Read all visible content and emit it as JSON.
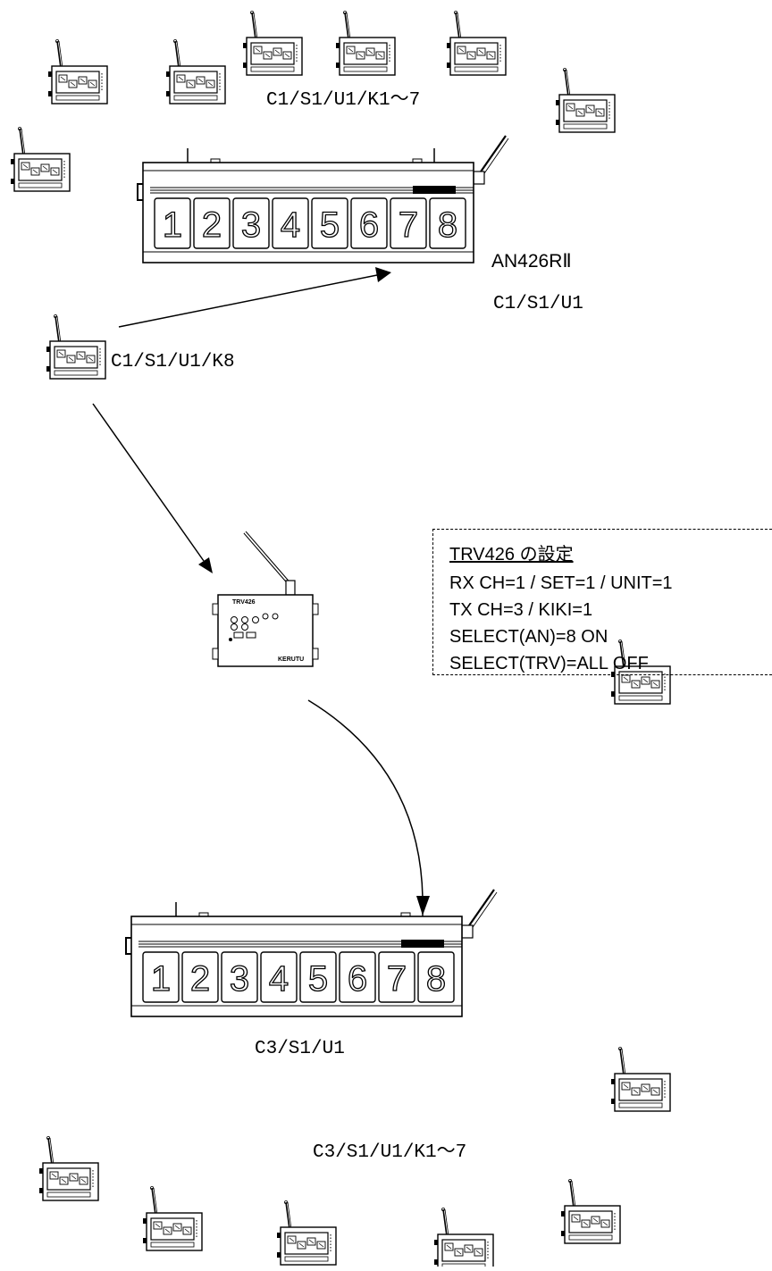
{
  "diagram": {
    "top_transmitters_label": "C1/S1/U1/K1～7",
    "top_display": {
      "model": "AN426RⅡ",
      "address": "C1/S1/U1",
      "digits": [
        "1",
        "2",
        "3",
        "4",
        "5",
        "6",
        "7",
        "8"
      ]
    },
    "k8_transmitter_label": "C1/S1/U1/K8",
    "relay": {
      "device_name": "TRV426",
      "brand": "KERUTU"
    },
    "settings": {
      "title": "TRV426 の設定",
      "lines": [
        "RX CH=1 / SET=1 / UNIT=1",
        "TX CH=3 / KIKI=1",
        "SELECT(AN)=8   ON",
        "SELECT(TRV)=ALL   OFF"
      ]
    },
    "bottom_display": {
      "address": "C3/S1/U1",
      "digits": [
        "1",
        "2",
        "3",
        "4",
        "5",
        "6",
        "7",
        "8"
      ]
    },
    "bottom_transmitters_label": "C3/S1/U1/K1～7"
  }
}
